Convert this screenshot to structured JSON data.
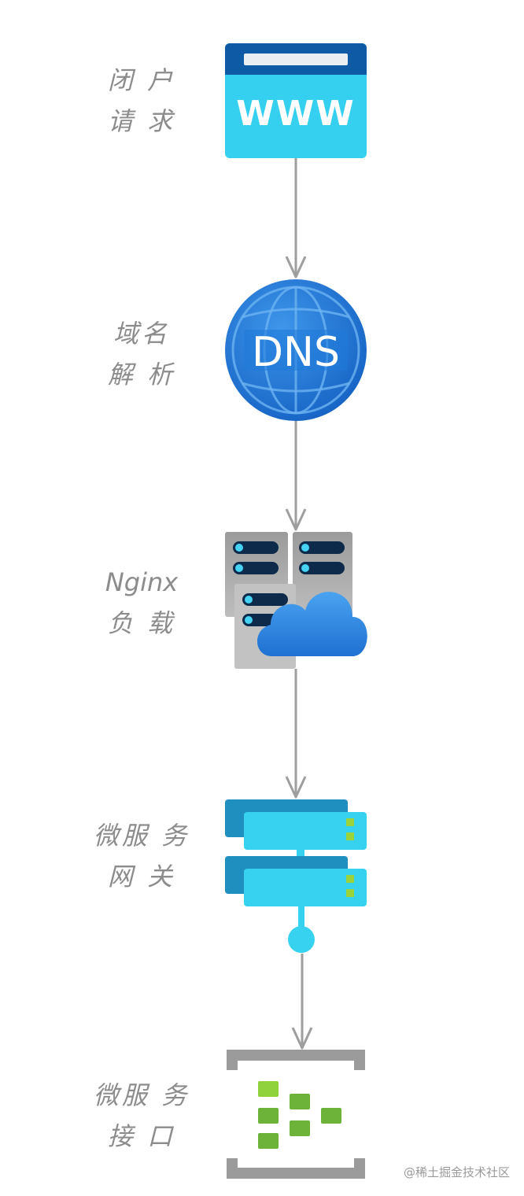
{
  "diagram": {
    "steps": [
      {
        "id": "user-request",
        "label_lines": [
          "闭 户",
          "请 求"
        ],
        "icon_text": "WWW"
      },
      {
        "id": "dns",
        "label_lines": [
          "域名",
          "解 析"
        ],
        "icon_text": "DNS"
      },
      {
        "id": "nginx",
        "label_lines": [
          "Nginx",
          "负 载"
        ]
      },
      {
        "id": "gateway",
        "label_lines": [
          "微服 务",
          "网 关"
        ]
      },
      {
        "id": "service",
        "label_lines": [
          "微服 务",
          "接 口"
        ]
      }
    ]
  },
  "watermark": "@稀土掘金技术社区",
  "colors": {
    "label": "#8c8c8c",
    "arrow": "#9e9e9e",
    "browser_top": "#0f5aa5",
    "browser_body": "#35d0f0",
    "dns_globe": "#1f7ad8",
    "server_gray": "#8f8f8f",
    "cloud_blue": "#2f86e0",
    "gateway_dark": "#1f8fbf",
    "gateway_light": "#36d2ef",
    "led_green": "#9ad43a",
    "service_bracket": "#9b9b9b",
    "service_green": "#7cc63e"
  }
}
